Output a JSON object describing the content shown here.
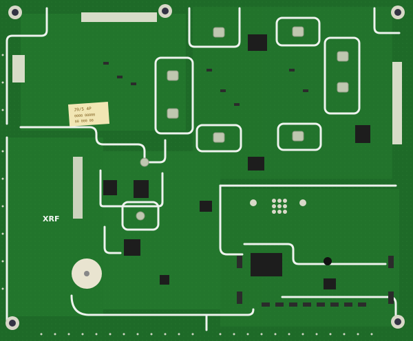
{
  "image": {
    "description_labels": {
      "board_label": "XRF",
      "sticker_line1": "J9/5 4P",
      "sticker_line2": "0000 00000",
      "sticker_line3": "00 000 00"
    }
  },
  "colors": {
    "board": "#1f6f2a",
    "board_light": "#2f8a38",
    "trace": "#3fa046",
    "silkscreen": "#e6efe6",
    "pad": "#c9c9b6",
    "chip": "#1d1d1d",
    "sticker": "#f1e6b4"
  }
}
